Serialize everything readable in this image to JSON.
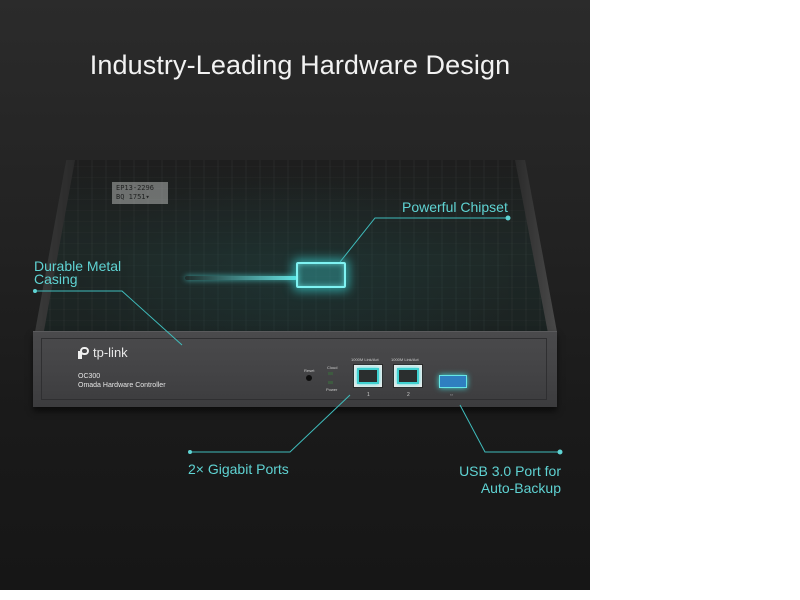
{
  "headline": "Industry-Leading Hardware Design",
  "colors": {
    "accent": "#5fd3d3",
    "background": "#222222",
    "headline": "#f2f2f2"
  },
  "device": {
    "brand": "tp-link",
    "model": "OC300",
    "description": "Omada Hardware Controller",
    "reset_label": "Reset",
    "led_labels": [
      "Cloud",
      "Power"
    ],
    "port_labels": [
      "1000M  Link/Act",
      "1000M  Link/Act"
    ],
    "port_numbers": [
      "1",
      "2"
    ],
    "usb_symbol": "⇔",
    "component_label": [
      "EP13-2296",
      "BQ    1751▾"
    ]
  },
  "callouts": {
    "chipset": "Powerful Chipset",
    "casing_line1": "Durable Metal",
    "casing_line2": "Casing",
    "ports": "2× Gigabit Ports",
    "usb_line1": "USB 3.0 Port for",
    "usb_line2": "Auto-Backup"
  }
}
